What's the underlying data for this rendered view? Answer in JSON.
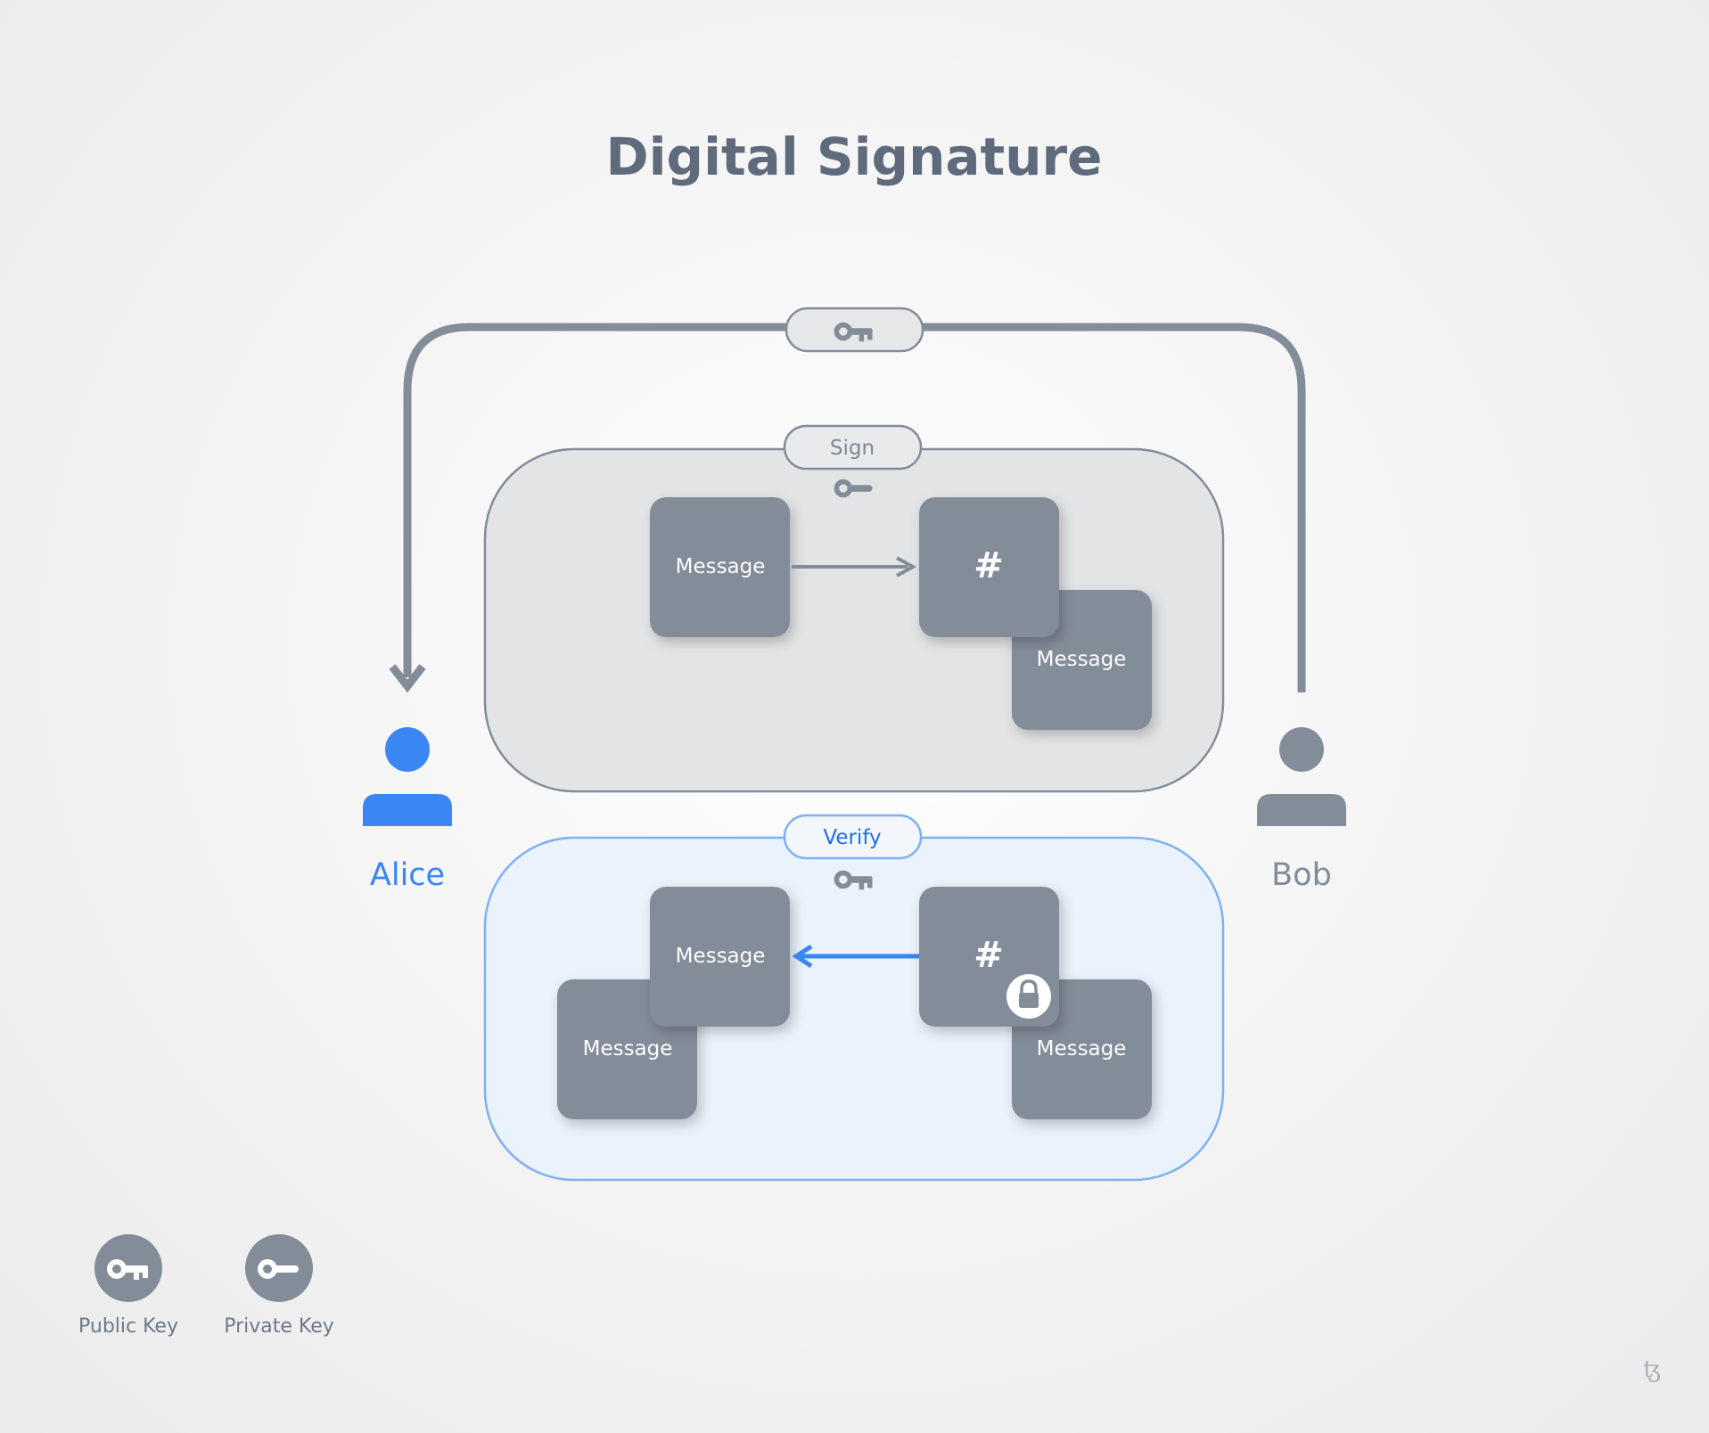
{
  "title": "Digital Signature",
  "colors": {
    "gray": "#838c99",
    "blue": "#3a86f2",
    "sign_panel": "#e3e4e6",
    "verify_panel": "#eaf2fb",
    "verify_border": "#7fb1ee"
  },
  "people": {
    "alice": {
      "name": "Alice",
      "icon": "person-icon",
      "color": "#3a86f2"
    },
    "bob": {
      "name": "Bob",
      "icon": "person-icon",
      "color": "#838c99"
    }
  },
  "top_connector": {
    "icon": "public-key-icon"
  },
  "sign": {
    "label": "Sign",
    "key_icon": "private-key-icon",
    "message_label": "Message",
    "hash_label": "#",
    "signed_message_label": "Message"
  },
  "verify": {
    "label": "Verify",
    "key_icon": "public-key-icon",
    "lock_icon": "lock-icon",
    "front_message_label": "Message",
    "back_message_label": "Message",
    "hash_label": "#",
    "signed_message_label": "Message"
  },
  "legend": {
    "public_key": "Public Key",
    "private_key": "Private Key"
  },
  "brand_mark": "ꜩ"
}
